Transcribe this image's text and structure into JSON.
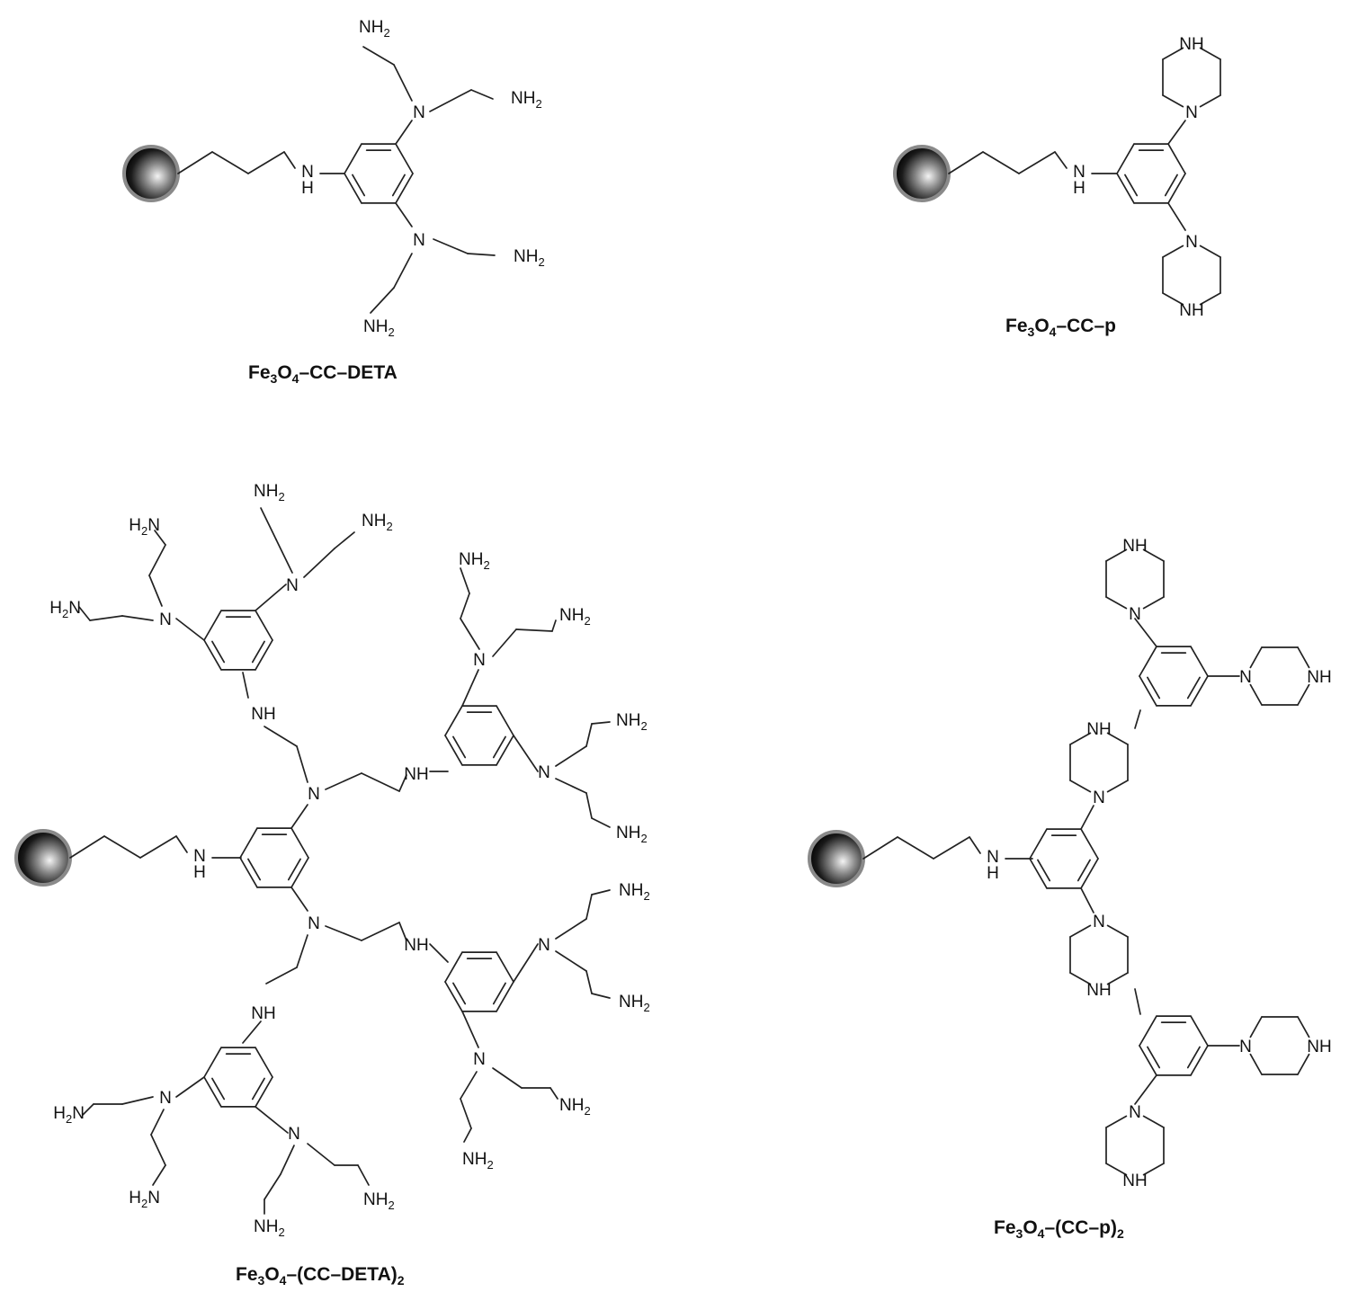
{
  "structures": [
    {
      "id": "s1",
      "caption": {
        "main": "Fe",
        "sub1": "3",
        "mid": "O",
        "sub2": "4",
        "tail": "–CC–DETA",
        "tailsub": ""
      },
      "labels": [
        {
          "k": "NH",
          "sub": "",
          "h": "H"
        },
        {
          "k": "N"
        },
        {
          "k": "N"
        },
        {
          "k": "NH",
          "sub": "2"
        },
        {
          "k": "NH",
          "sub": "2"
        },
        {
          "k": "NH",
          "sub": "2"
        },
        {
          "k": "NH",
          "sub": "2"
        }
      ]
    },
    {
      "id": "s2",
      "caption": {
        "main": "Fe",
        "sub1": "3",
        "mid": "O",
        "sub2": "4",
        "tail": "–CC–p",
        "tailsub": ""
      }
    },
    {
      "id": "s3",
      "caption": {
        "main": "Fe",
        "sub1": "3",
        "mid": "O",
        "sub2": "4",
        "tail": "–(CC–DETA)",
        "tailsub": "2"
      }
    },
    {
      "id": "s4",
      "caption": {
        "main": "Fe",
        "sub1": "3",
        "mid": "O",
        "sub2": "4",
        "tail": "–(CC–p)",
        "tailsub": "2"
      }
    }
  ],
  "atom_text": {
    "amine": "NH",
    "amine_sub": "2",
    "tertiary": "N",
    "h": "H",
    "h2n": "H",
    "h2n_sub": "2",
    "h2n_tail": "N"
  },
  "colors": {
    "particle_dark": "#111111",
    "particle_rim": "#8a8a8a",
    "bond": "#222222"
  }
}
